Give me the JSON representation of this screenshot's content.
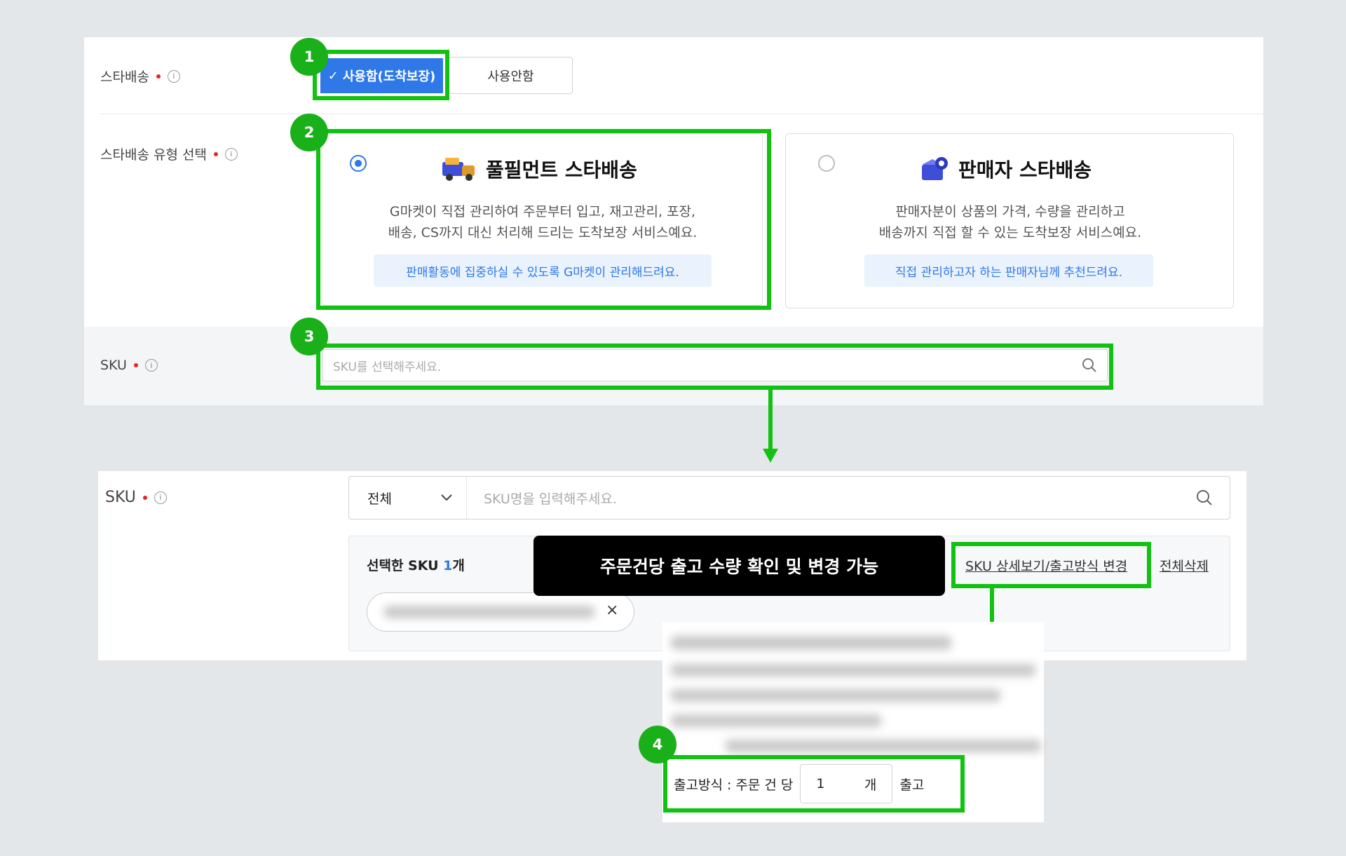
{
  "star_delivery": {
    "label": "스타배송",
    "use_label": "사용함(도착보장)",
    "use_check": "✓",
    "no_use_label": "사용안함"
  },
  "star_type": {
    "label": "스타배송 유형 선택",
    "fulfillment": {
      "title": "풀필먼트 스타배송",
      "desc_line1": "G마켓이 직접 관리하여 주문부터 입고, 재고관리, 포장,",
      "desc_line2": "배송, CS까지 대신 처리해 드리는 도착보장 서비스예요.",
      "tip": "판매활동에 집중하실 수 있도록 G마켓이 관리해드려요.",
      "selected": true
    },
    "seller": {
      "title": "판매자 스타배송",
      "desc_line1": "판매자분이 상품의 가격, 수량을 관리하고",
      "desc_line2": "배송까지 직접 할 수 있는 도착보장 서비스예요.",
      "tip": "직접 관리하고자 하는 판매자님께 추천드려요.",
      "selected": false
    }
  },
  "sku_top": {
    "label": "SKU",
    "placeholder": "SKU를 선택해주세요."
  },
  "sku_detail": {
    "label": "SKU",
    "filter_value": "전체",
    "placeholder": "SKU명을 입력해주세요.",
    "selected_prefix": "선택한 SKU ",
    "selected_count": "1",
    "selected_suffix": "개",
    "tooltip": "주문건당 출고 수량 확인 및 변경 가능",
    "detail_link": "SKU 상세보기/출고방식 변경",
    "delete_all_link": "전체삭제",
    "chip_remove": "×"
  },
  "shipping_method": {
    "label": "출고방식 : 주문 건 당",
    "quantity": "1",
    "unit": "개",
    "suffix": "출고"
  },
  "badges": [
    "1",
    "2",
    "3",
    "4"
  ],
  "colors": {
    "highlight": "#12c212",
    "badge": "#1ab01a",
    "primary": "#2e78e8",
    "required": "#e52528"
  }
}
